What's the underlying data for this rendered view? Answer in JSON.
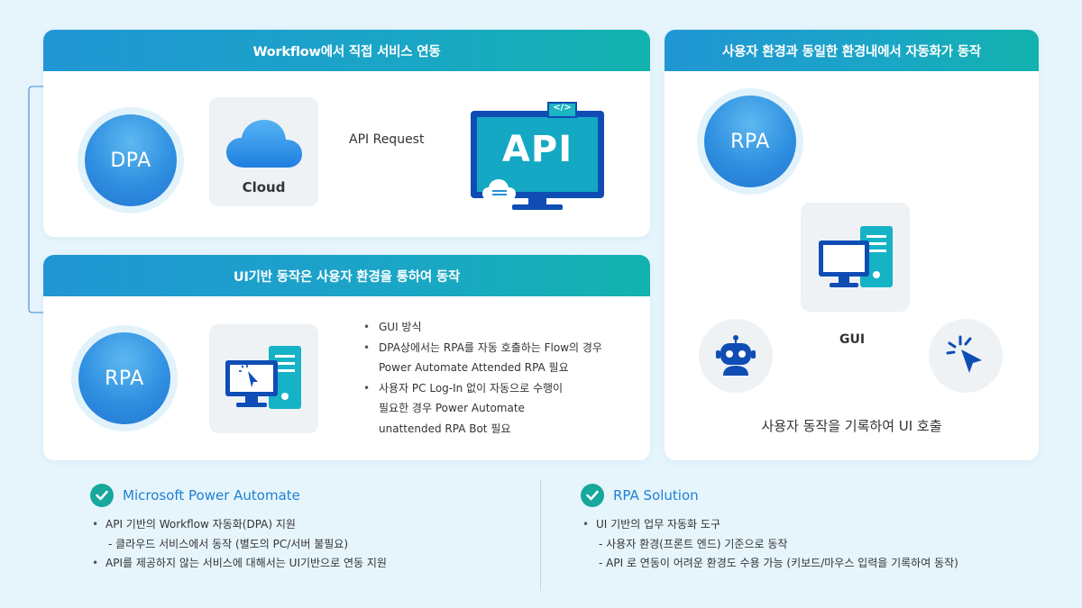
{
  "panel_api": {
    "title": "Workflow에서 직접 서비스 연동",
    "circle_label": "DPA",
    "cloud_label": "Cloud",
    "arrow_label": "API Request",
    "monitor_label": "API",
    "code_tag": "</>"
  },
  "panel_ui": {
    "title": "UI기반 동작은 사용자 환경을 통하여 동작",
    "circle_label": "RPA",
    "bullets": [
      {
        "lines": [
          "GUI 방식"
        ]
      },
      {
        "lines": [
          "DPA상에서는 RPA를 자동 호출하는 Flow의 경우",
          "Power Automate Attended RPA 필요"
        ]
      },
      {
        "lines": [
          "사용자 PC Log-In 없이 자동으로 수행이",
          "필요한 경우 Power Automate",
          "unattended RPA Bot 필요"
        ]
      }
    ]
  },
  "panel_right": {
    "title": "사용자 환경과 동일한 환경내에서 자동화가 동작",
    "circle_label": "RPA",
    "gui_label": "GUI",
    "caption": "사용자 동작을 기록하여 UI 호출"
  },
  "footer": {
    "left": {
      "title": "Microsoft Power Automate",
      "items": [
        "API 기반의 Workflow 자동화(DPA) 지원",
        "- 클라우드 서비스에서 동작 (별도의 PC/서버 불필요)",
        "API를 제공하지 않는 서비스에 대해서는 UI기반으로 연동 지원"
      ]
    },
    "right": {
      "title": "RPA Solution",
      "items": [
        "UI 기반의 업무 자동화 도구",
        "- 사용자 환경(프론트 엔드) 기준으로 동작",
        "- API 로 연동이 어려운 환경도 수용 가능 (키보드/마우스 입력을 기록하여 동작)"
      ]
    }
  },
  "colors": {
    "header_gradient_start": "#2196d4",
    "header_gradient_end": "#12b3ad",
    "accent_blue": "#1f80d3",
    "check_green": "#17a89c",
    "page_bg": "#e6f5fc"
  },
  "icons": [
    "cloud-icon",
    "monitor-api-icon",
    "pc-server-icon",
    "robot-icon",
    "cursor-click-icon"
  ]
}
